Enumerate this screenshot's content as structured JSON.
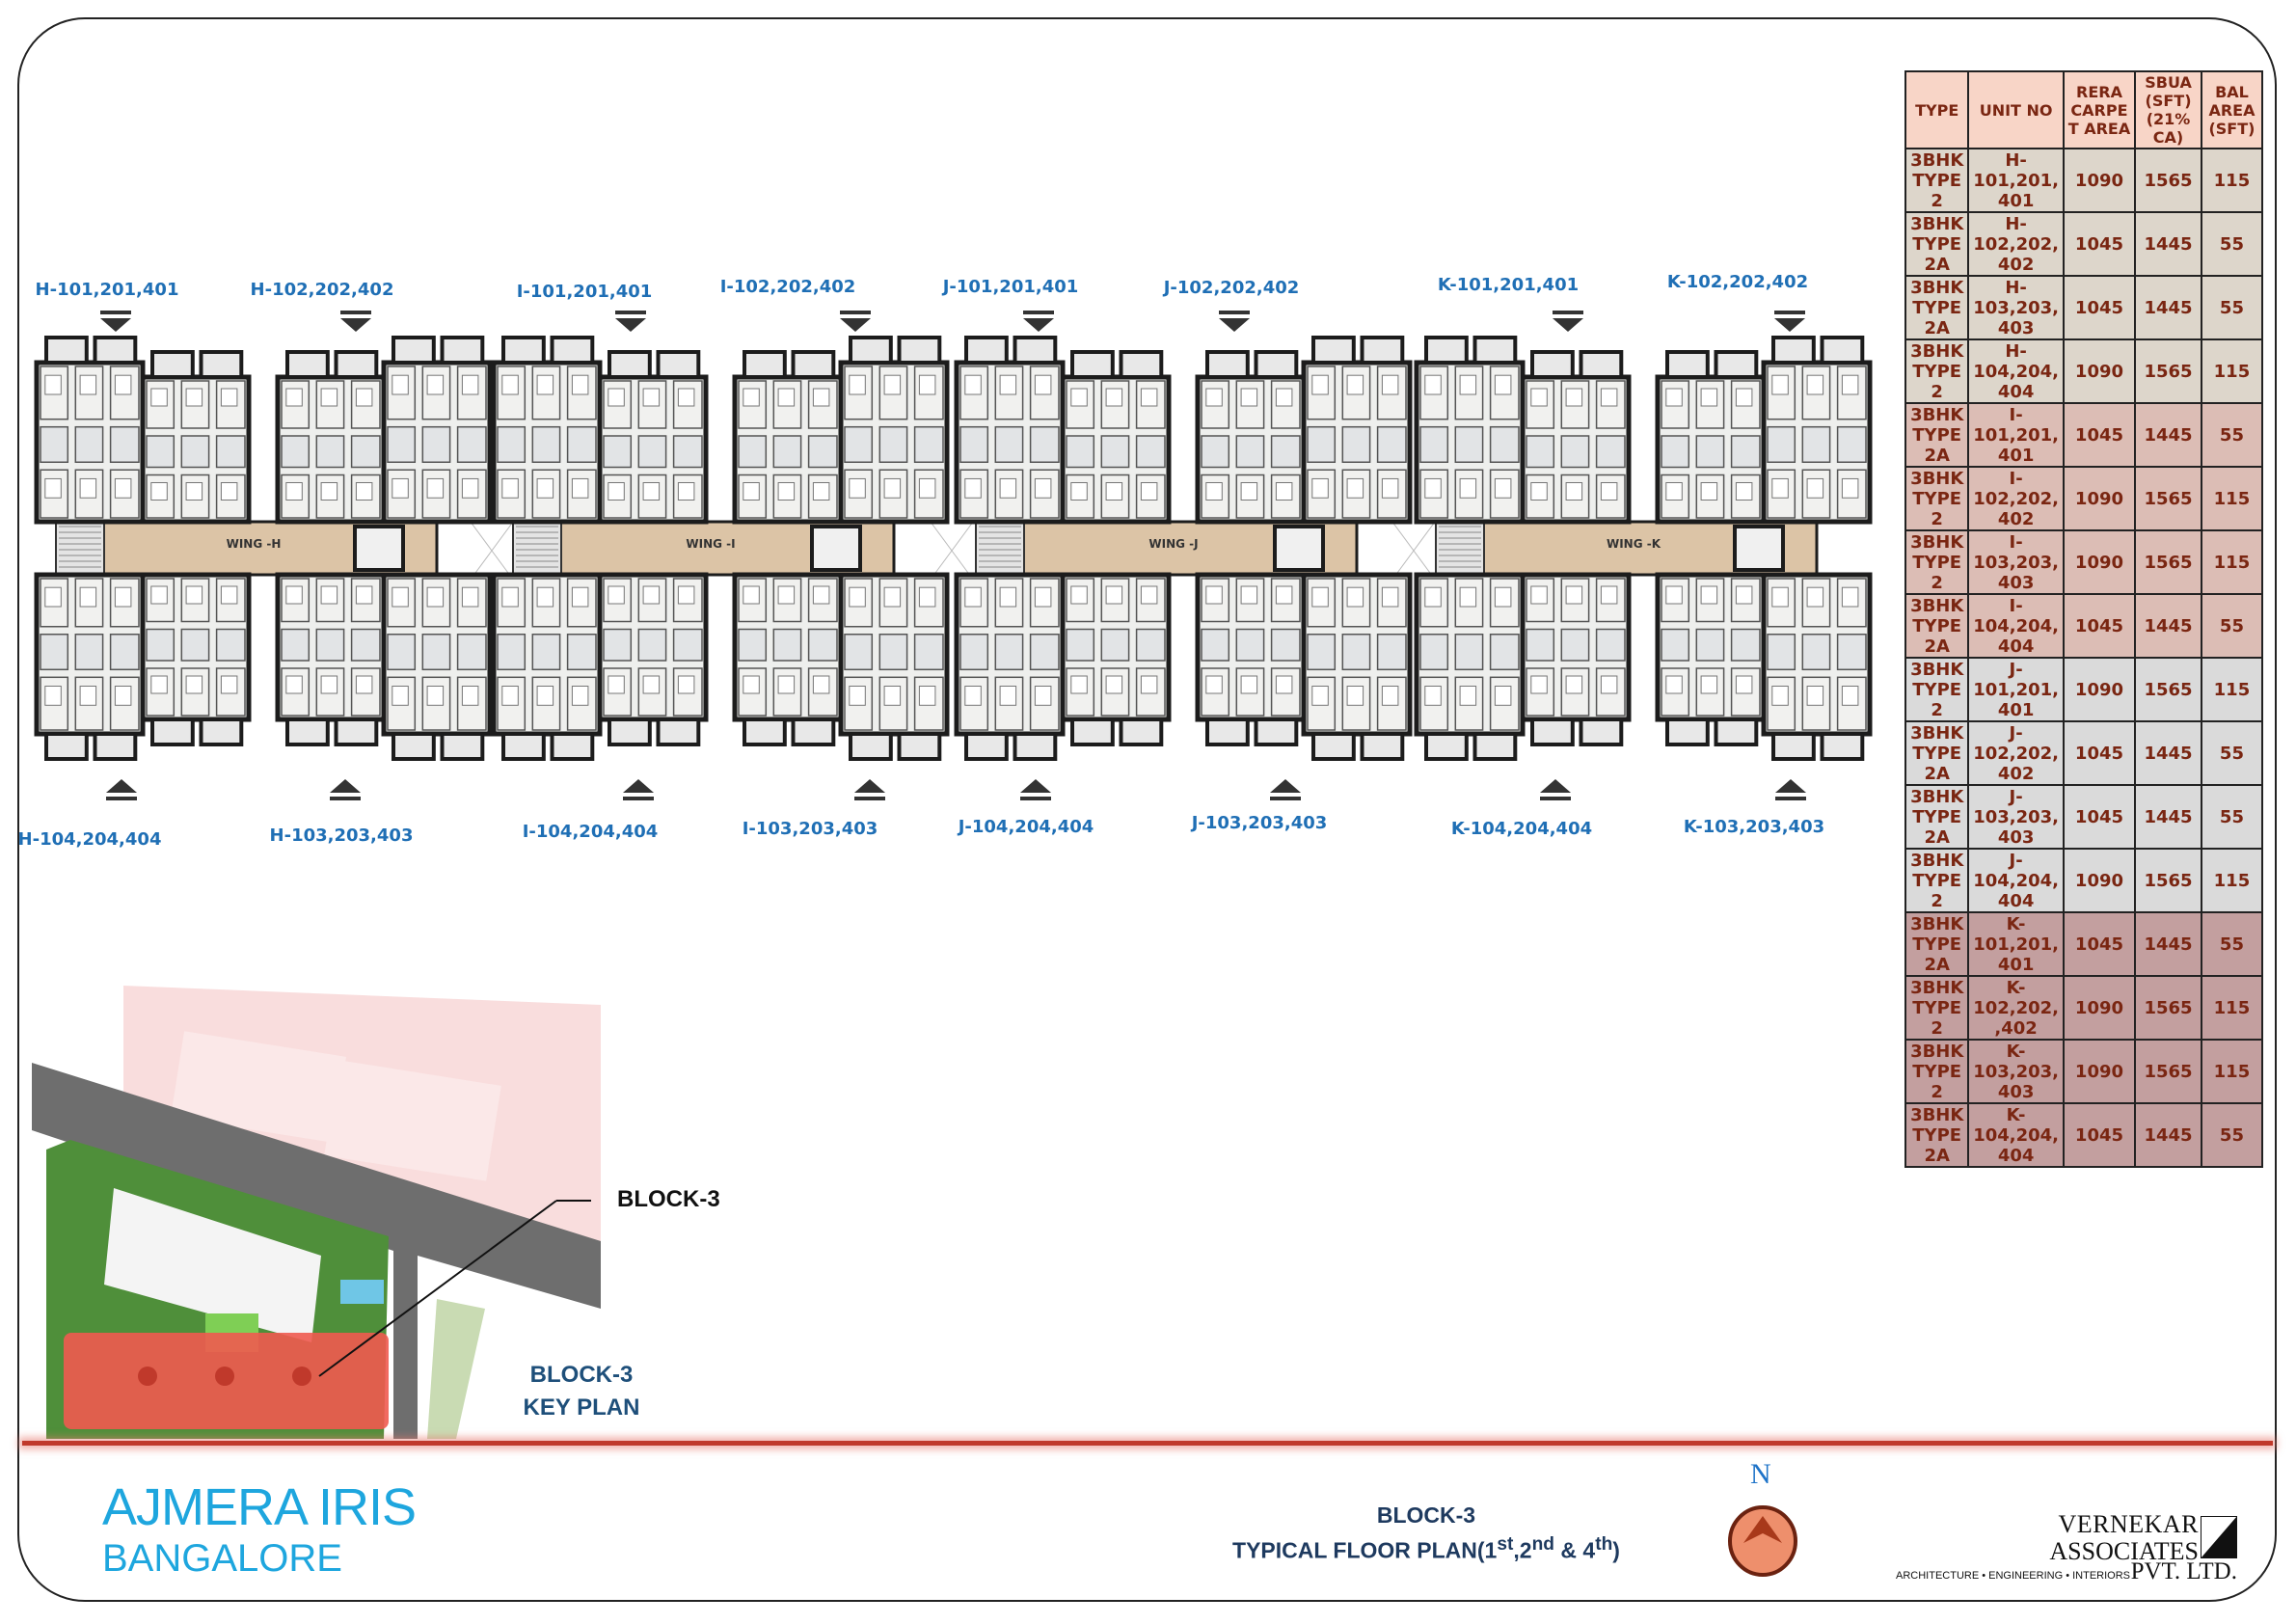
{
  "top_labels": [
    "H-101,201,401",
    "H-102,202,402",
    "I-101,201,401",
    "I-102,202,402",
    "J-101,201,401",
    "J-102,202,402",
    "K-101,201,401",
    "K-102,202,402"
  ],
  "bottom_labels": [
    "H-104,204,404",
    "H-103,203,403",
    "I-104,204,404",
    "I-103,203,403",
    "J-104,204,404",
    "J-103,203,403",
    "K-104,204,404",
    "K-103,203,403"
  ],
  "wings": [
    "WING -H",
    "WING -I",
    "WING -J",
    "WING -K"
  ],
  "table": {
    "headers": [
      "TYPE",
      "UNIT NO",
      "RERA CARPE T AREA",
      "SBUA (SFT) (21% CA)",
      "BAL AREA (SFT)"
    ],
    "rows": [
      {
        "group": "H",
        "type": "3BHK TYPE 2",
        "unit": "H- 101,201, 401",
        "rera": "1090",
        "sbua": "1565",
        "bal": "115"
      },
      {
        "group": "H",
        "type": "3BHK TYPE 2A",
        "unit": "H- 102,202, 402",
        "rera": "1045",
        "sbua": "1445",
        "bal": "55"
      },
      {
        "group": "H",
        "type": "3BHK TYPE 2A",
        "unit": "H- 103,203, 403",
        "rera": "1045",
        "sbua": "1445",
        "bal": "55"
      },
      {
        "group": "H",
        "type": "3BHK TYPE 2",
        "unit": "H- 104,204, 404",
        "rera": "1090",
        "sbua": "1565",
        "bal": "115"
      },
      {
        "group": "I",
        "type": "3BHK TYPE 2A",
        "unit": "I- 101,201, 401",
        "rera": "1045",
        "sbua": "1445",
        "bal": "55"
      },
      {
        "group": "I",
        "type": "3BHK TYPE 2",
        "unit": "I- 102,202, 402",
        "rera": "1090",
        "sbua": "1565",
        "bal": "115"
      },
      {
        "group": "I",
        "type": "3BHK TYPE 2",
        "unit": "I- 103,203, 403",
        "rera": "1090",
        "sbua": "1565",
        "bal": "115"
      },
      {
        "group": "I",
        "type": "3BHK TYPE 2A",
        "unit": "I- 104,204, 404",
        "rera": "1045",
        "sbua": "1445",
        "bal": "55"
      },
      {
        "group": "J",
        "type": "3BHK TYPE 2",
        "unit": "J- 101,201, 401",
        "rera": "1090",
        "sbua": "1565",
        "bal": "115"
      },
      {
        "group": "J",
        "type": "3BHK TYPE 2A",
        "unit": "J- 102,202, 402",
        "rera": "1045",
        "sbua": "1445",
        "bal": "55"
      },
      {
        "group": "J",
        "type": "3BHK TYPE 2A",
        "unit": "J- 103,203, 403",
        "rera": "1045",
        "sbua": "1445",
        "bal": "55"
      },
      {
        "group": "J",
        "type": "3BHK TYPE 2",
        "unit": "J- 104,204, 404",
        "rera": "1090",
        "sbua": "1565",
        "bal": "115"
      },
      {
        "group": "K",
        "type": "3BHK TYPE 2A",
        "unit": "K- 101,201, 401",
        "rera": "1045",
        "sbua": "1445",
        "bal": "55"
      },
      {
        "group": "K",
        "type": "3BHK TYPE 2",
        "unit": "K- 102,202, ,402",
        "rera": "1090",
        "sbua": "1565",
        "bal": "115"
      },
      {
        "group": "K",
        "type": "3BHK TYPE 2",
        "unit": "K- 103,203, 403",
        "rera": "1090",
        "sbua": "1565",
        "bal": "115"
      },
      {
        "group": "K",
        "type": "3BHK TYPE 2A",
        "unit": "K- 104,204, 404",
        "rera": "1045",
        "sbua": "1445",
        "bal": "55"
      }
    ]
  },
  "keyplan": {
    "pointer_label": "BLOCK-3",
    "title_line1": "BLOCK-3",
    "title_line2": "KEY PLAN"
  },
  "footer": {
    "brand_name": "AJMERA IRIS",
    "brand_city": "BANGALORE",
    "title_line1": "BLOCK-3",
    "title_line2_prefix": "TYPICAL FLOOR PLAN(1",
    "sup1": "st",
    "sep1": ",2",
    "sup2": "nd",
    "sep2": " & 4",
    "sup3": "th",
    "title_line2_suffix": ")",
    "north_label": "N",
    "architect_line1": "VERNEKAR",
    "architect_line2": "ASSOCIATES",
    "architect_tagline": "ARCHITECTURE • ENGINEERING • INTERIORS",
    "architect_suffix": "PVT. LTD."
  },
  "colors": {
    "label_blue": "#1f6fb5",
    "brand_blue": "#1ea6de",
    "table_text": "#7a2612",
    "lobby": "#dcc4a6",
    "highlight_red": "#f05a50"
  }
}
